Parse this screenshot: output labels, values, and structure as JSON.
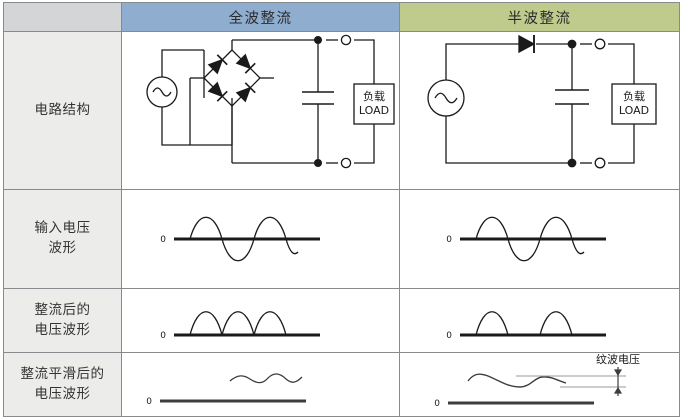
{
  "header": {
    "corner_label": "",
    "col_full_wave": "全波整流",
    "col_half_wave": "半波整流"
  },
  "colors": {
    "header_full_wave": "#8fadcf",
    "header_half_wave": "#bfcb8c",
    "header_corner": "#d4d5d7",
    "row_label_bg": "#ececeb",
    "cell_bg": "#ffffff",
    "border": "#888b8d",
    "line": "#1a1a1a",
    "annotation": "#555555"
  },
  "rows": [
    {
      "label": "电路结构"
    },
    {
      "label_line1": "输入电压",
      "label_line2": "波形"
    },
    {
      "label_line1": "整流后的",
      "label_line2": "电压波形"
    },
    {
      "label_line1": "整流平滑后的",
      "label_line2": "电压波形"
    }
  ],
  "circuit": {
    "load_cn": "负载",
    "load_en": "LOAD",
    "ac_source_symbol": "~",
    "full_wave_diode_count": 4,
    "half_wave_diode_count": 1
  },
  "waveforms": {
    "zero_label": "0",
    "input": {
      "type": "line",
      "description": "sine wave, two cycles, crossing zero axis",
      "cycles": 2,
      "amplitude": 22
    },
    "rectified_full": {
      "type": "line",
      "description": "three positive half-sine humps, contiguous",
      "humps": 3,
      "amplitude": 22
    },
    "rectified_half": {
      "type": "line",
      "description": "two positive half-sine humps separated by flat zero gaps",
      "humps": 2,
      "amplitude": 22
    },
    "smoothed_full": {
      "type": "line",
      "description": "nearly flat DC line with small ripple",
      "ripple_amplitude": 4
    },
    "smoothed_half": {
      "type": "line",
      "description": "nearly flat DC line with larger ripple",
      "ripple_amplitude": 8
    }
  },
  "annotations": {
    "ripple_voltage": "纹波电压"
  }
}
